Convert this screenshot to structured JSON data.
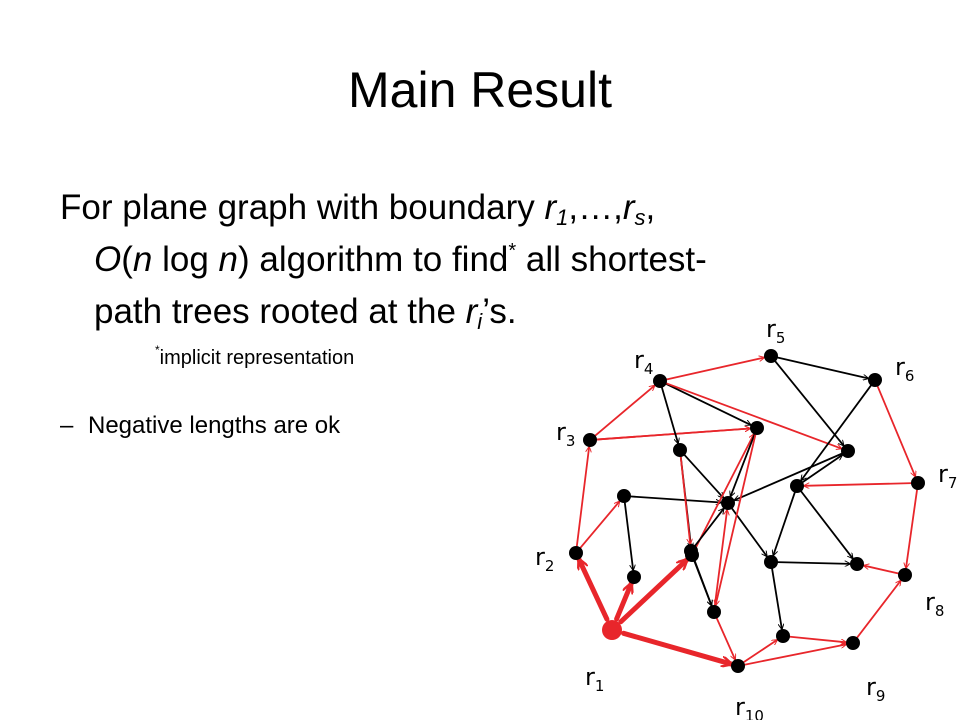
{
  "slide": {
    "title": "Main Result",
    "statement": {
      "l1_pre": "For plane graph with boundary ",
      "var_r": "r",
      "sub_1": "1",
      "ellipsis": ",…,",
      "sub_s": "s",
      "comma": ",",
      "l2_O": "O",
      "l2_paren_open": "(",
      "l2_n": "n",
      "l2_log": " log ",
      "l2_paren_close": ") algorithm to find",
      "star": "*",
      "l2_rest": " all shortest-",
      "l3_pre": "path trees rooted at the ",
      "sub_i": "i",
      "l3_post": "’s."
    },
    "footnote": {
      "star": "*",
      "text": "implicit representation"
    },
    "bullet": {
      "dash": "–",
      "text": "Negative lengths are ok"
    }
  },
  "diagram": {
    "colors": {
      "black": "#000000",
      "red": "#e8262b"
    },
    "labels": [
      {
        "id": "r1",
        "base": "r",
        "sub": "1"
      },
      {
        "id": "r2",
        "base": "r",
        "sub": "2"
      },
      {
        "id": "r3",
        "base": "r",
        "sub": "3"
      },
      {
        "id": "r4",
        "base": "r",
        "sub": "4"
      },
      {
        "id": "r5",
        "base": "r",
        "sub": "5"
      },
      {
        "id": "r6",
        "base": "r",
        "sub": "6"
      },
      {
        "id": "r7",
        "base": "r",
        "sub": "7"
      },
      {
        "id": "r8",
        "base": "r",
        "sub": "8"
      },
      {
        "id": "r9",
        "base": "r",
        "sub": "9"
      },
      {
        "id": "r10",
        "base": "r",
        "sub": "10"
      }
    ],
    "edges": [
      {
        "from": "r1",
        "to": "r2",
        "color": "red",
        "bold": true
      },
      {
        "from": "r1",
        "to": "a2",
        "color": "red",
        "bold": true
      },
      {
        "from": "r1",
        "to": "a4",
        "color": "red",
        "bold": true
      },
      {
        "from": "r1",
        "to": "r10",
        "color": "red",
        "bold": true
      },
      {
        "from": "r2",
        "to": "r3",
        "color": "red"
      },
      {
        "from": "r3",
        "to": "r4",
        "color": "red"
      },
      {
        "from": "r4",
        "to": "r5",
        "color": "red"
      },
      {
        "from": "r5",
        "to": "r6",
        "color": "black"
      },
      {
        "from": "r6",
        "to": "r7",
        "color": "red"
      },
      {
        "from": "r7",
        "to": "r8",
        "color": "red"
      },
      {
        "from": "r8",
        "to": "a9",
        "color": "red"
      },
      {
        "from": "r9",
        "to": "r8",
        "color": "red"
      },
      {
        "from": "r10",
        "to": "r9",
        "color": "red"
      },
      {
        "from": "a10",
        "to": "r9",
        "color": "red"
      },
      {
        "from": "r10",
        "to": "a10",
        "color": "red"
      },
      {
        "from": "r2",
        "to": "a1",
        "color": "red"
      },
      {
        "from": "a1",
        "to": "a2",
        "color": "black"
      },
      {
        "from": "a1",
        "to": "a6",
        "color": "black"
      },
      {
        "from": "r3",
        "to": "a5",
        "color": "red"
      },
      {
        "from": "r3",
        "to": "a5",
        "color": "red"
      },
      {
        "from": "r4",
        "to": "a3",
        "color": "black"
      },
      {
        "from": "r4",
        "to": "a5",
        "color": "black"
      },
      {
        "from": "r4",
        "to": "a7",
        "color": "red"
      },
      {
        "from": "a3",
        "to": "a4",
        "color": "black"
      },
      {
        "from": "a3",
        "to": "a6",
        "color": "black"
      },
      {
        "from": "a4",
        "to": "a5",
        "color": "red"
      },
      {
        "from": "a4",
        "to": "a8",
        "color": "black"
      },
      {
        "from": "a5",
        "to": "a6",
        "color": "black"
      },
      {
        "from": "a7",
        "to": "a6",
        "color": "black"
      },
      {
        "from": "r5",
        "to": "a7",
        "color": "black"
      },
      {
        "from": "r6",
        "to": "a12",
        "color": "black"
      },
      {
        "from": "a12",
        "to": "a7",
        "color": "black"
      },
      {
        "from": "a6",
        "to": "a11",
        "color": "black"
      },
      {
        "from": "a12",
        "to": "a11",
        "color": "black"
      },
      {
        "from": "a12",
        "to": "a9",
        "color": "black"
      },
      {
        "from": "r7",
        "to": "a12",
        "color": "red"
      },
      {
        "from": "a11",
        "to": "a10",
        "color": "black"
      },
      {
        "from": "a11",
        "to": "a9",
        "color": "black"
      },
      {
        "from": "a8",
        "to": "a6",
        "color": "red"
      },
      {
        "from": "a8",
        "to": "r10",
        "color": "red"
      },
      {
        "from": "a5",
        "to": "a8",
        "color": "red"
      },
      {
        "from": "a13",
        "to": "a6",
        "color": "black"
      },
      {
        "from": "a13",
        "to": "a8",
        "color": "black"
      },
      {
        "from": "a3",
        "to": "a13",
        "color": "red"
      }
    ]
  }
}
